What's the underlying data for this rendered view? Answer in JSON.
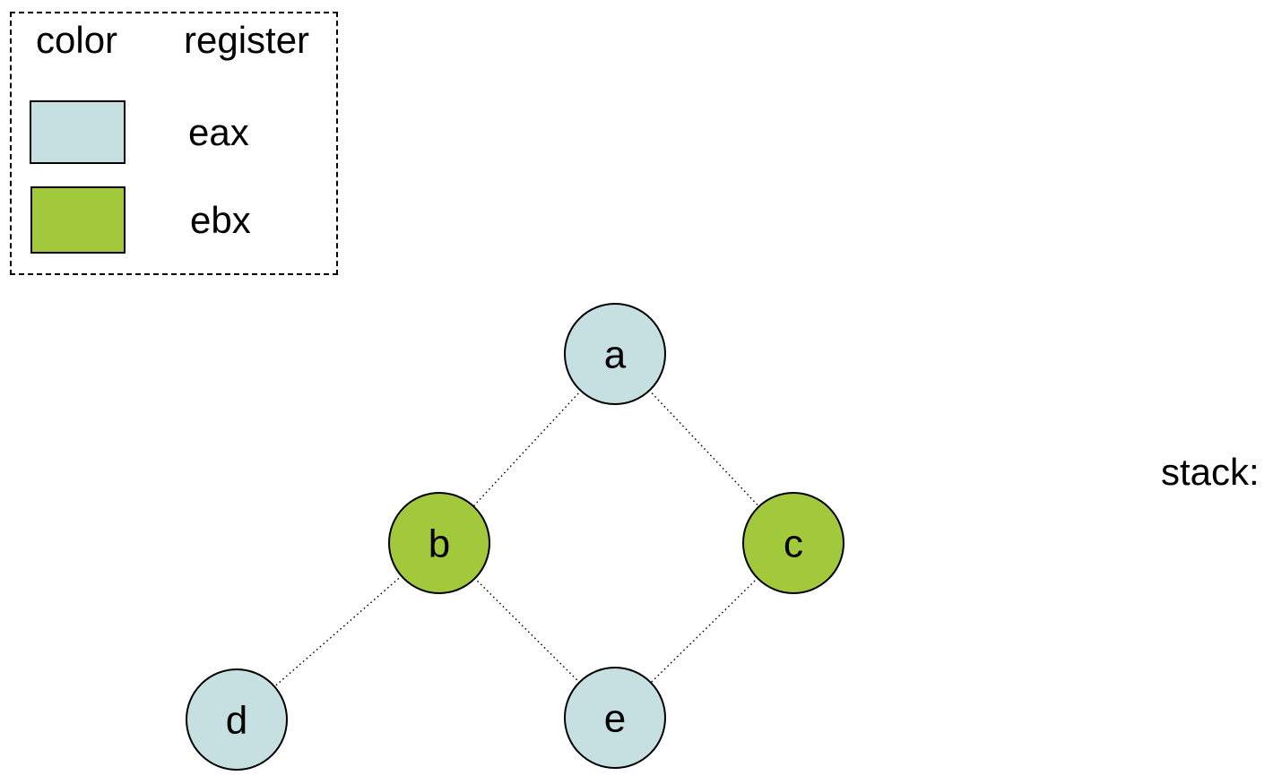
{
  "legend": {
    "header": {
      "color": "color",
      "register": "register"
    },
    "rows": [
      {
        "register": "eax",
        "swatch_color": "#c6dfe1"
      },
      {
        "register": "ebx",
        "swatch_color": "#a2c93c"
      }
    ]
  },
  "graph": {
    "nodes": [
      {
        "label": "a",
        "color": "#c6dfe1"
      },
      {
        "label": "b",
        "color": "#a2c93c"
      },
      {
        "label": "c",
        "color": "#a2c93c"
      },
      {
        "label": "d",
        "color": "#c6dfe1"
      },
      {
        "label": "e",
        "color": "#c6dfe1"
      }
    ],
    "edges": [
      {
        "from": "a",
        "to": "b"
      },
      {
        "from": "a",
        "to": "c"
      },
      {
        "from": "b",
        "to": "d"
      },
      {
        "from": "b",
        "to": "e"
      },
      {
        "from": "c",
        "to": "e"
      }
    ],
    "edge_style": "dotted",
    "edge_color": "#000000"
  },
  "stack": {
    "label": "stack:"
  }
}
